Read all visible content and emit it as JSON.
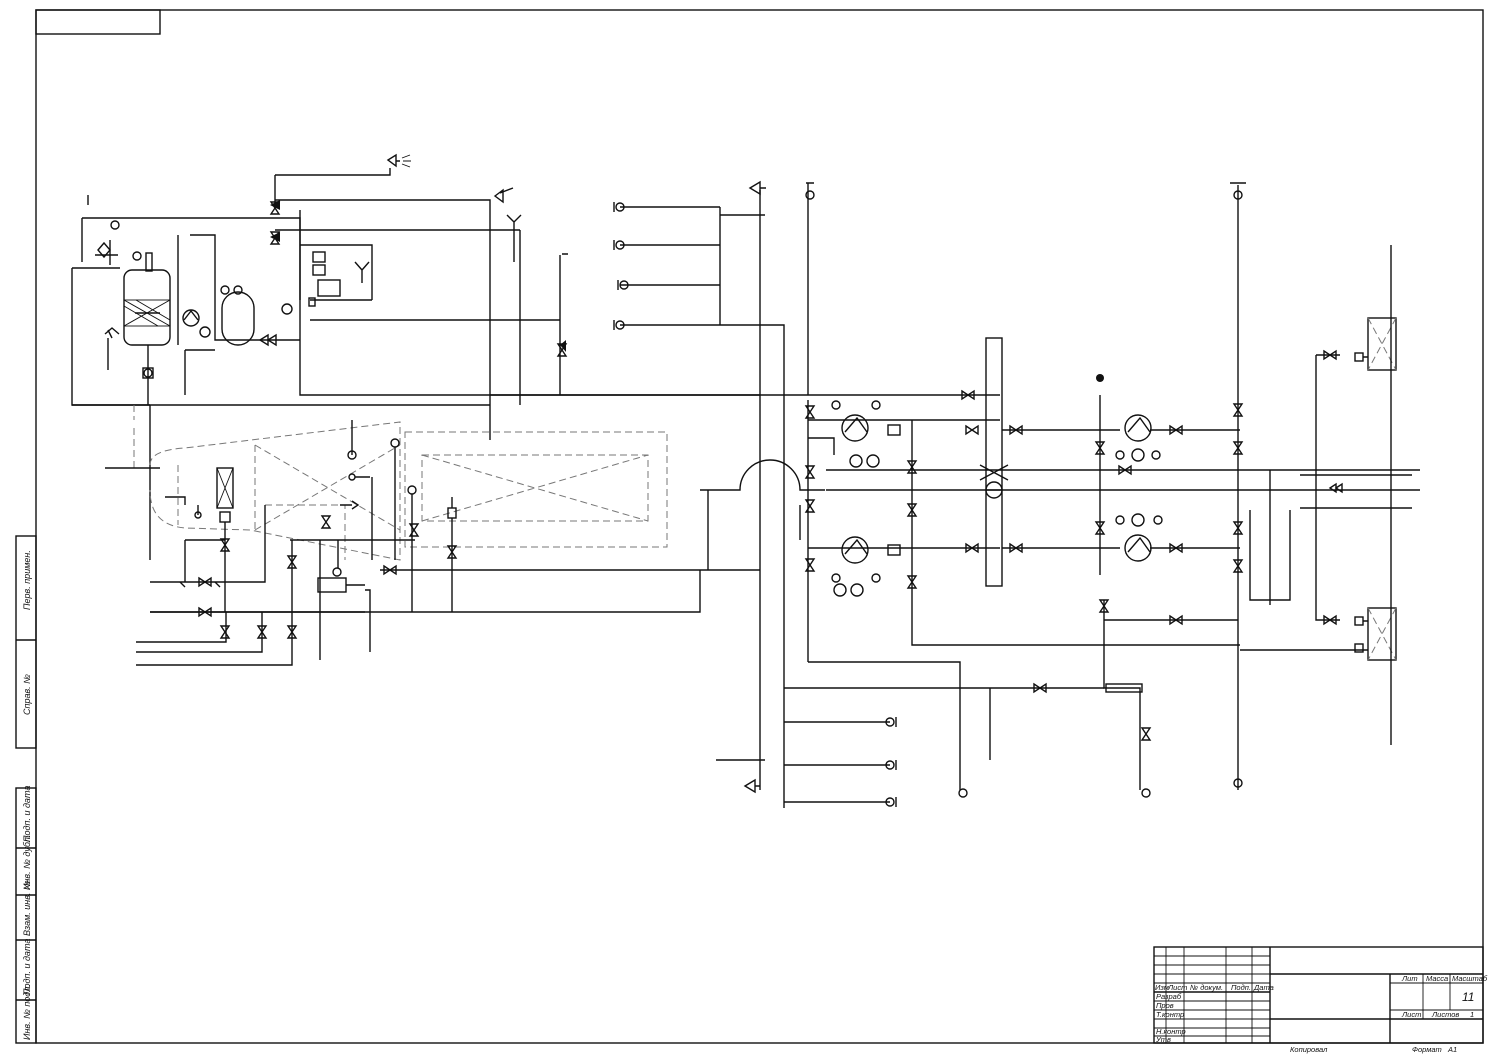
{
  "title_block": {
    "sheet_number": "11",
    "columns": {
      "izm": "Изм",
      "list": "Лист",
      "doc_no": "№ докум.",
      "sign": "Подп.",
      "date": "Дата"
    },
    "roles": {
      "developed": "Разраб",
      "checked": "Пров",
      "tech_control": "Т.контр",
      "norm_control": "Н.контр",
      "approved": "Утв"
    },
    "lit": "Лит",
    "mass": "Масса",
    "scale": "Масштаб",
    "sheet": "Лист",
    "sheets": "Листов",
    "sheets_count": "1",
    "copied": "Копировал",
    "format": "Формат",
    "format_value": "A1"
  },
  "side_stamps": {
    "perv_primen": "Перв. примен.",
    "sprav_no": "Справ. №",
    "podp_data_top": "Подп. и дата",
    "inv_dubl": "Инв. № дубл.",
    "vzam_inv": "Взам. инв. №",
    "podp_data_bottom": "Подп. и дата",
    "inv_podl": "Инв. № подл."
  }
}
